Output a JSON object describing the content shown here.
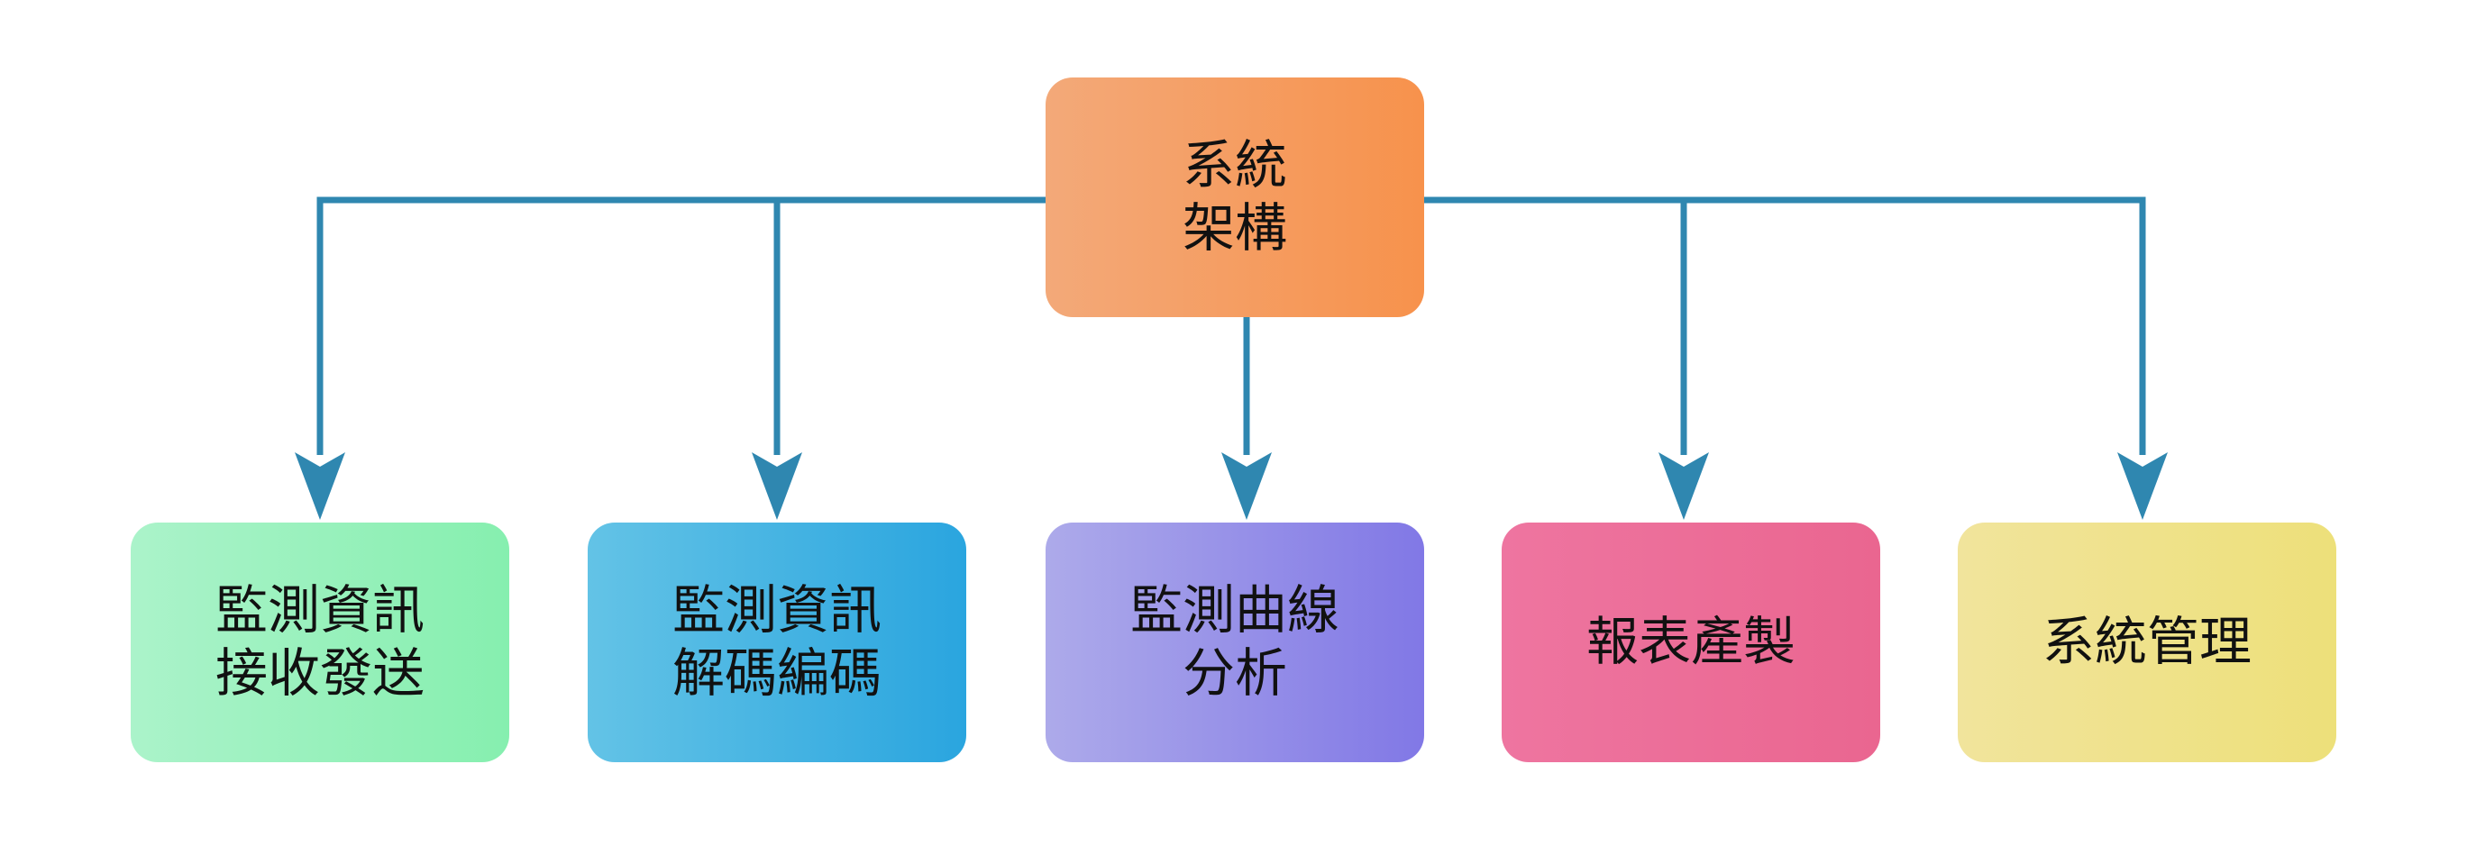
{
  "root": {
    "label": "系統\n架構"
  },
  "children": [
    {
      "label": "監測資訊\n接收發送"
    },
    {
      "label": "監測資訊\n解碼編碼"
    },
    {
      "label": "監測曲線\n分析"
    },
    {
      "label": "報表產製"
    },
    {
      "label": "系統管理"
    }
  ],
  "colors": {
    "connector": "#2f87b0",
    "root": [
      "#f3a979",
      "#f7924c"
    ],
    "child_0": [
      "#abf3ca",
      "#86efaf"
    ],
    "child_1": [
      "#63c3e6",
      "#2aa5df"
    ],
    "child_2": [
      "#adaaea",
      "#8178e6"
    ],
    "child_3": [
      "#ee75a0",
      "#ea6690"
    ],
    "child_4": [
      "#f1e49c",
      "#ede07a"
    ]
  }
}
